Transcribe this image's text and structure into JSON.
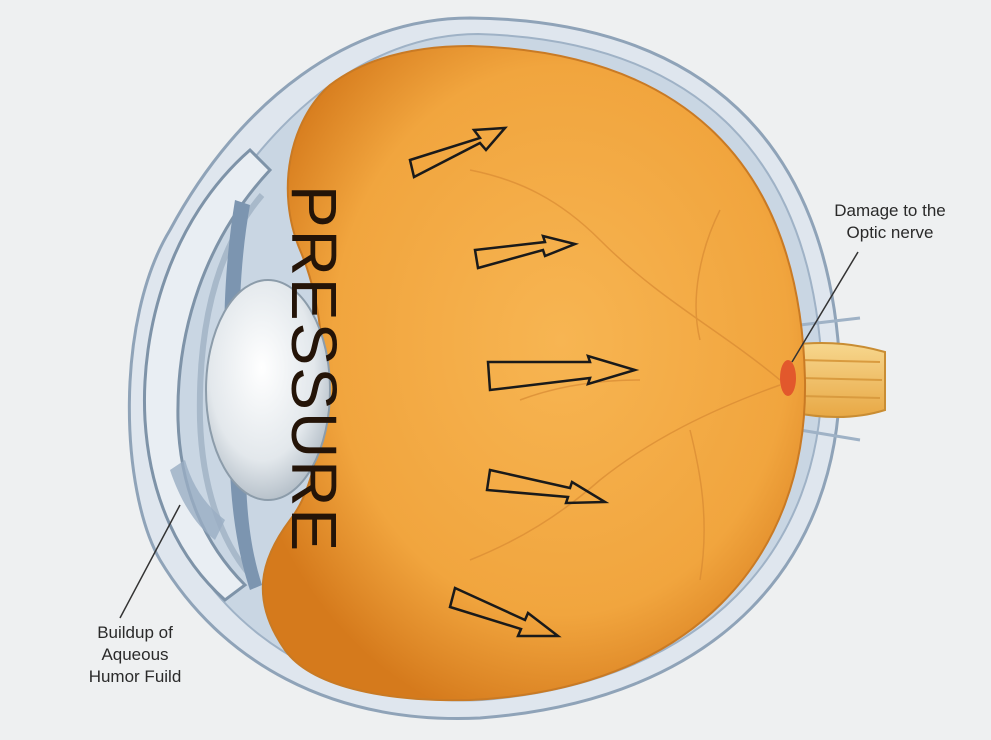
{
  "diagram": {
    "center_word": "PRESSURE",
    "labels": {
      "optic_nerve": [
        "Damage to the",
        "Optic nerve"
      ],
      "aqueous": [
        "Buildup of",
        "Aqueous",
        "Humor Fuild"
      ]
    },
    "colors": {
      "background": "#eef0f1",
      "vitreous": "#f1a53e",
      "vitreous_dark": "#d57a1c",
      "sclera": "#c9d3df",
      "lens": "#e8ecef",
      "nerve": "#f3c36b",
      "damage": "#e0502a",
      "outline": "#1a1a1a"
    }
  }
}
